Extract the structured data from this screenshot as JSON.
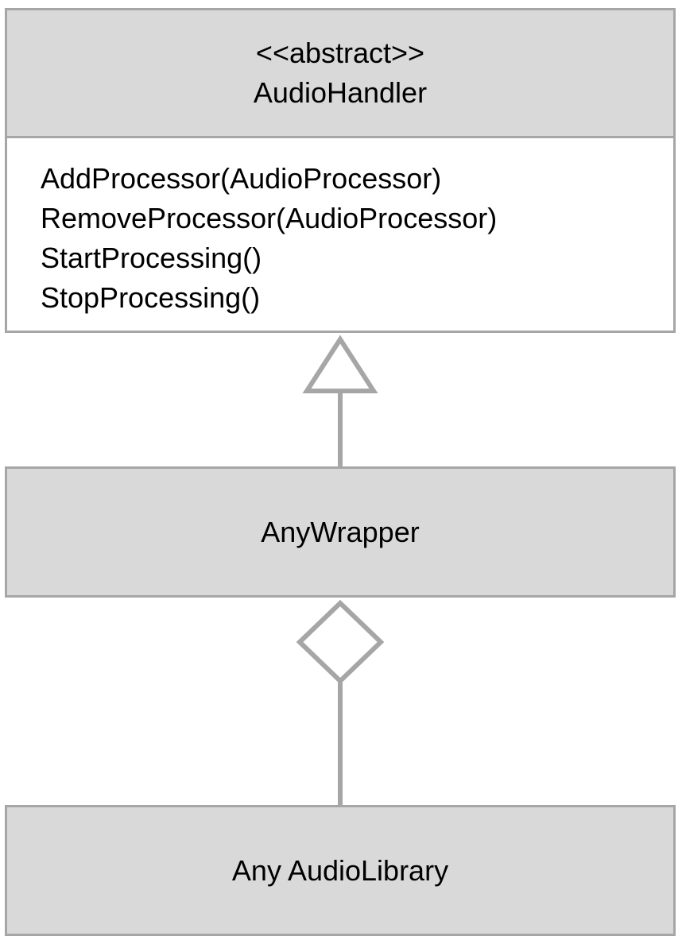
{
  "abstract_class": {
    "stereotype": "<<abstract>>",
    "name": "AudioHandler",
    "operations": [
      "AddProcessor(AudioProcessor)",
      "RemoveProcessor(AudioProcessor)",
      "StartProcessing()",
      "StopProcessing()"
    ]
  },
  "wrapper_class": {
    "name": "AnyWrapper"
  },
  "library_class": {
    "name": "Any AudioLibrary"
  },
  "colors": {
    "box_fill": "#d9d9d9",
    "border": "#a6a6a6",
    "ops_fill": "#ffffff",
    "text": "#000000"
  }
}
